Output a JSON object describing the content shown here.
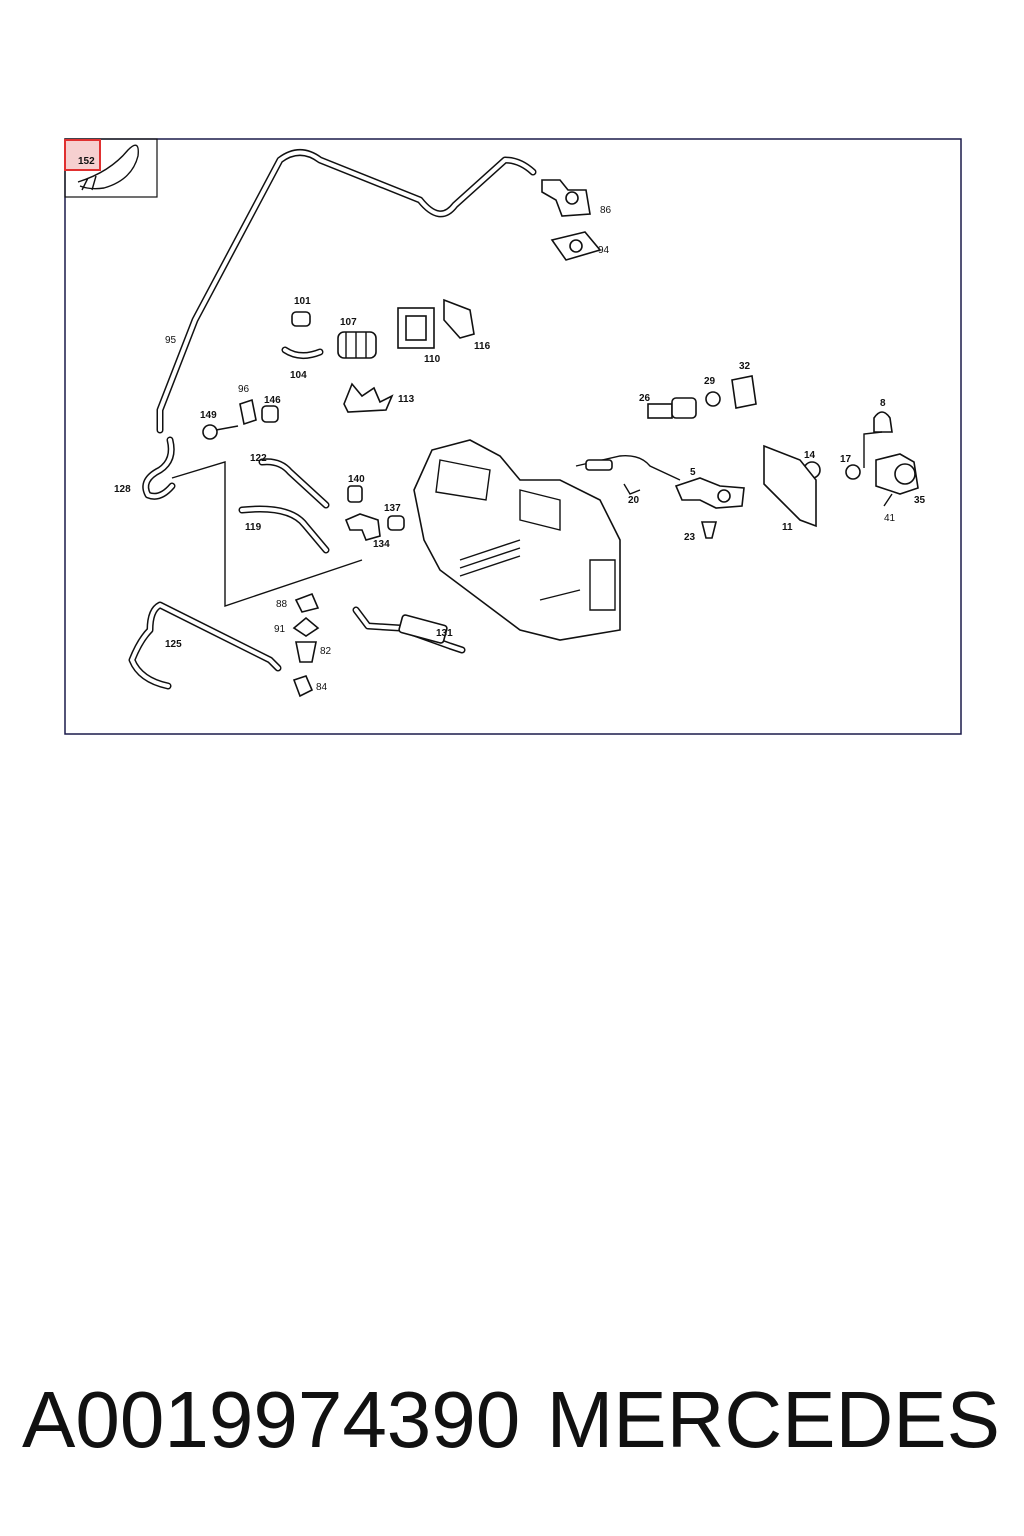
{
  "diagram": {
    "highlighted_callout": "152",
    "callouts": [
      "86",
      "94",
      "95",
      "101",
      "107",
      "104",
      "110",
      "116",
      "113",
      "96",
      "146",
      "149",
      "128",
      "122",
      "119",
      "140",
      "137",
      "134",
      "26",
      "29",
      "32",
      "20",
      "5",
      "23",
      "14",
      "11",
      "8",
      "17",
      "35",
      "41",
      "88",
      "91",
      "82",
      "84",
      "125",
      "131"
    ]
  },
  "footer": {
    "part_number": "A0019974390",
    "brand": "MERCEDES"
  },
  "colors": {
    "highlight": "#e03030",
    "frame": "#1a1a4a",
    "ink": "#111111"
  }
}
